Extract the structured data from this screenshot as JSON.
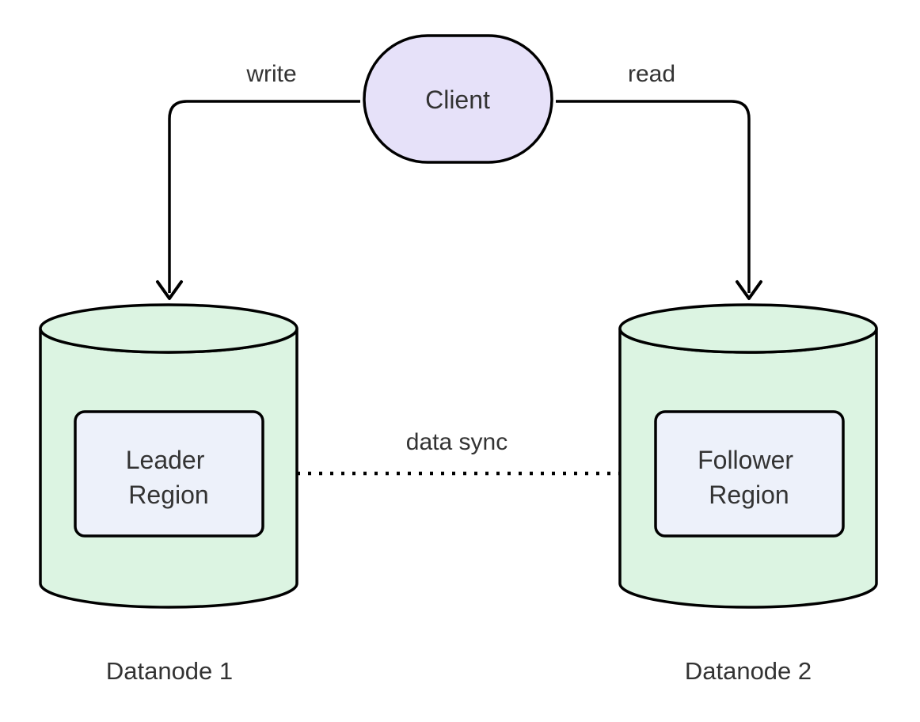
{
  "diagram": {
    "type": "flowchart",
    "background": "#ffffff",
    "colors": {
      "node_border": "#000000",
      "edge_stroke": "#000000",
      "text": "#333333",
      "client_fill": "#e6e1f9",
      "cylinder_fill": "#dcf4e2",
      "region_fill": "#edf1fa"
    },
    "nodes": {
      "client": {
        "label": "Client",
        "shape": "stadium",
        "fill": "#e6e1f9"
      },
      "datanode1": {
        "label": "Datanode 1",
        "shape": "cylinder",
        "fill": "#dcf4e2"
      },
      "leader_region": {
        "label": "Leader Region",
        "label_lines": [
          "Leader",
          "Region"
        ],
        "shape": "rounded-rect",
        "fill": "#edf1fa"
      },
      "datanode2": {
        "label": "Datanode 2",
        "shape": "cylinder",
        "fill": "#dcf4e2"
      },
      "follower_region": {
        "label": "Follower Region",
        "label_lines": [
          "Follower",
          "Region"
        ],
        "shape": "rounded-rect",
        "fill": "#edf1fa"
      }
    },
    "edges": [
      {
        "from": "Client",
        "to": "Datanode 1",
        "label": "write",
        "style": "solid",
        "arrow": "open-chevron"
      },
      {
        "from": "Client",
        "to": "Datanode 2",
        "label": "read",
        "style": "solid",
        "arrow": "open-chevron"
      },
      {
        "from": "Leader Region",
        "to": "Follower Region",
        "label": "data sync",
        "style": "dotted",
        "arrow": "open-chevron"
      }
    ]
  }
}
